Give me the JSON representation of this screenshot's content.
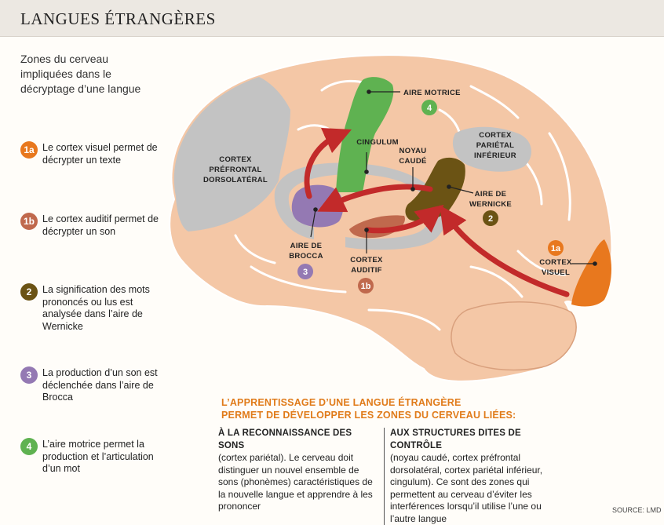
{
  "header": {
    "title": "LANGUES ÉTRANGÈRES"
  },
  "intro": "Zones du cerveau impliquées dans le décryptage d’une langue",
  "legend": [
    {
      "badge": "1a",
      "color": "#e8781e",
      "text": "Le cortex visuel permet de décrypter un texte"
    },
    {
      "badge": "1b",
      "color": "#c0694d",
      "text": "Le cortex auditif permet de décrypter un son"
    },
    {
      "badge": "2",
      "color": "#6b5314",
      "text": "La signification des mots prononcés ou lus est analysée dans l’aire de Wernicke"
    },
    {
      "badge": "3",
      "color": "#9479b3",
      "text": "La production d’un son est déclenchée dans l’aire de Brocca"
    },
    {
      "badge": "4",
      "color": "#5fb251",
      "text": "L’aire motrice permet la production et l’articulation d’un mot"
    }
  ],
  "labels": {
    "aire_motrice": "AIRE MOTRICE",
    "cortex_prefrontal": [
      "CORTEX",
      "PRÉFRONTAL",
      "DORSOLATÉRAL"
    ],
    "cingulum": "CINGULUM",
    "noyau_caude": [
      "NOYAU",
      "CAUDÉ"
    ],
    "cortex_parietal": [
      "CORTEX",
      "PARIÉTAL",
      "INFÉRIEUR"
    ],
    "aire_wernicke": [
      "AIRE DE",
      "WERNICKE"
    ],
    "aire_brocca": [
      "AIRE DE",
      "BROCCA"
    ],
    "cortex_auditif": [
      "CORTEX",
      "AUDITIF"
    ],
    "cortex_visuel": [
      "CORTEX",
      "VISUEL"
    ]
  },
  "bottom": {
    "heading_line1": "L’APPRENTISSAGE D’UNE LANGUE ÉTRANGÈRE",
    "heading_line2": "PERMET DE DÉVELOPPER LES ZONES DU CERVEAU LIÉES:",
    "left_title": "À LA RECONNAISSANCE DES SONS",
    "left_text": "(cortex pariétal). Le cerveau doit distinguer un nouvel ensemble de sons (phonèmes) caractéristiques de la nouvelle langue et apprendre à les prononcer",
    "right_title": "AUX STRUCTURES DITES DE CONTRÔLE",
    "right_text": "(noyau caudé, cortex préfrontal dorsolatéral, cortex pariétal inférieur, cingulum). Ce sont des zones qui permettent au cerveau d’éviter les interférences lorsqu’il utilise l’une ou l’autre langue"
  },
  "source": "SOURCE: LMD",
  "colors": {
    "brain": "#f4c7a6",
    "grey_zone": "#c3c3c3",
    "arrow": "#c22a2a",
    "wernicke": "#6b5314",
    "brocca": "#9479b3",
    "motrice": "#5fb251",
    "visuel": "#e8781e",
    "auditif": "#c0694d"
  }
}
